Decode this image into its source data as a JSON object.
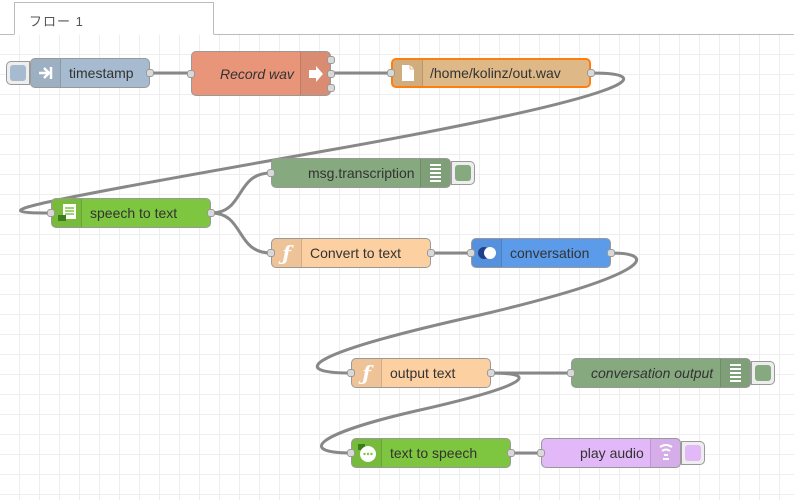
{
  "tab": {
    "label": "フロー 1"
  },
  "colors": {
    "inject": "#a6bbcf",
    "exec": "#e8957a",
    "file": "#deb887",
    "file_border": "#ff7f0e",
    "debug": "#87a980",
    "watson": "#7fc640",
    "function": "#fdd0a2",
    "conversation": "#5b9bea",
    "audio": "#e2b8f8",
    "wire": "#888888",
    "grid": "#eeeeee"
  },
  "nodes": {
    "timestamp": {
      "label": "timestamp",
      "icon": "arrow-in-icon"
    },
    "record_wav": {
      "label": "Record wav",
      "icon": "arrow-right-icon"
    },
    "file_out": {
      "label": "/home/kolinz/out.wav",
      "icon": "file-icon"
    },
    "speech_to_text": {
      "label": "speech to text",
      "icon": "watson-stt-icon"
    },
    "msg_transcription": {
      "label": "msg.transcription",
      "icon": "debug-icon"
    },
    "convert_to_text": {
      "label": "Convert to text",
      "icon": "function-icon"
    },
    "conversation": {
      "label": "conversation",
      "icon": "conversation-icon"
    },
    "output_text": {
      "label": "output text",
      "icon": "function-icon"
    },
    "conversation_output": {
      "label": "conversation output",
      "icon": "debug-icon"
    },
    "text_to_speech": {
      "label": "text to speech",
      "icon": "watson-tts-icon"
    },
    "play_audio": {
      "label": "play audio",
      "icon": "audio-icon"
    }
  }
}
